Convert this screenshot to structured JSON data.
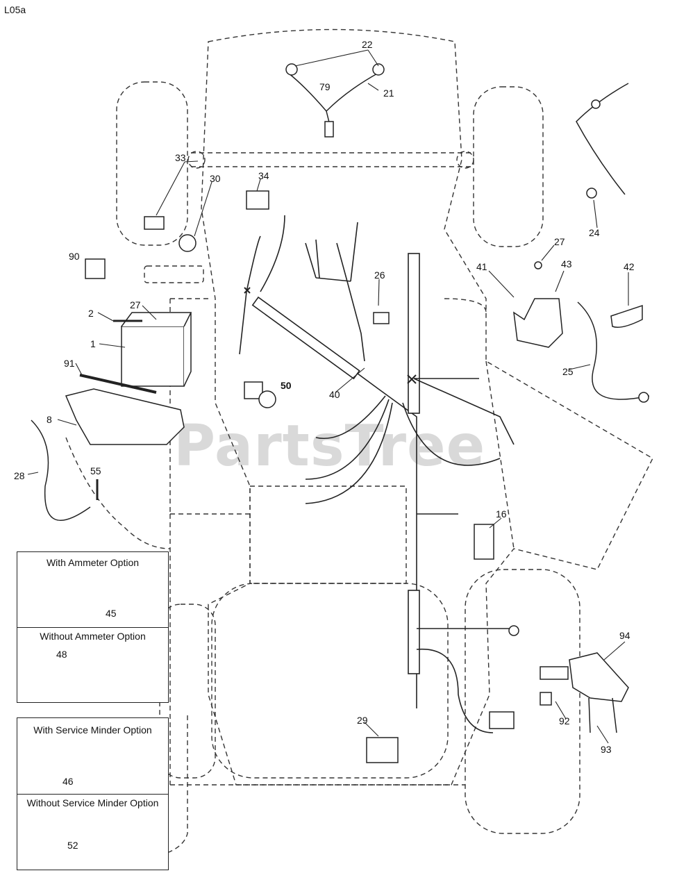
{
  "diagram": {
    "doc_id": "L05a",
    "watermark": "PartsTree",
    "callouts": {
      "c22": "22",
      "c79": "79",
      "c21": "21",
      "c33": "33",
      "c30": "30",
      "c34": "34",
      "c90": "90",
      "c2": "2",
      "c27a": "27",
      "c1": "1",
      "c91": "91",
      "c8": "8",
      "c28": "28",
      "c55": "55",
      "c26": "26",
      "c50": "50",
      "c40": "40",
      "c24": "24",
      "c27b": "27",
      "c41": "41",
      "c43": "43",
      "c42": "42",
      "c25": "25",
      "c16": "16",
      "c94": "94",
      "c92": "92",
      "c93": "93",
      "c29": "29"
    },
    "options": {
      "ammeter": {
        "with_title": "With Ammeter Option",
        "with_part": "45",
        "without_title": "Without Ammeter Option",
        "without_part": "48"
      },
      "service_minder": {
        "with_title": "With Service Minder Option",
        "with_part": "46",
        "without_title": "Without Service Minder Option",
        "without_part": "52"
      }
    }
  }
}
